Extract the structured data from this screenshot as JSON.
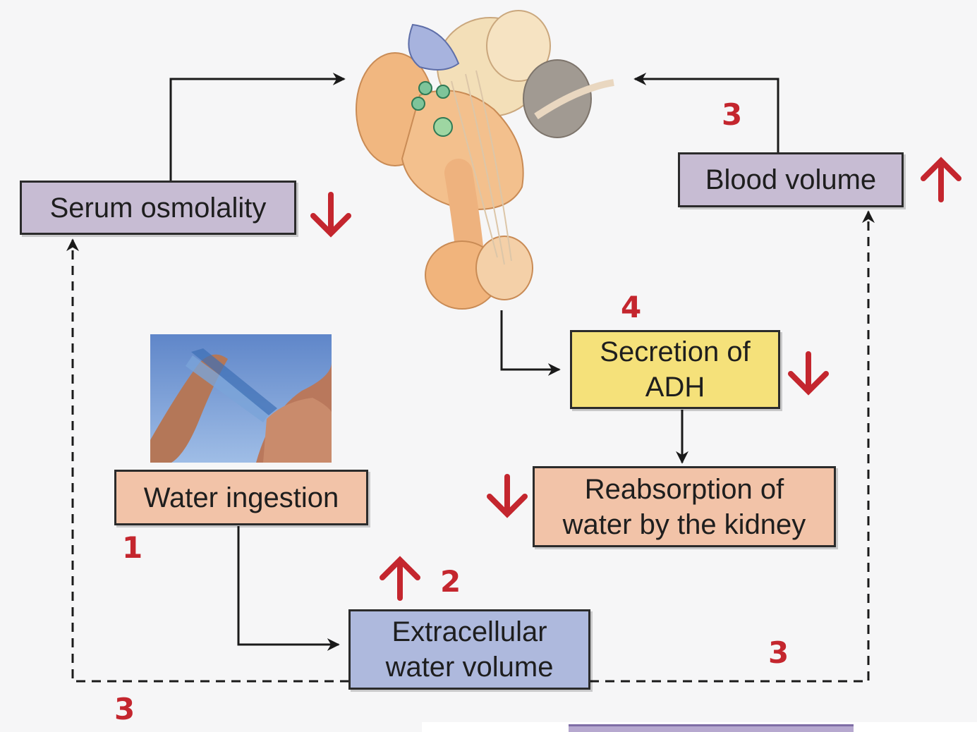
{
  "colors": {
    "background": "#f6f6f7",
    "lavender_box": "#c7bcd3",
    "peach_box": "#f2c3a8",
    "yellow_box": "#f5e17a",
    "blue_box": "#aeb9dd",
    "red_arrow": "#c4262e",
    "line": "#1a1a1a"
  },
  "boxes": {
    "serum_osmolality": "Serum osmolality",
    "blood_volume": "Blood volume",
    "secretion_adh": "Secretion of\nADH",
    "reabsorption": "Reabsorption of\nwater by the kidney",
    "water_ingestion": "Water ingestion",
    "extracellular": "Extracellular\nwater volume"
  },
  "step_numbers": {
    "water_ingestion": "1",
    "extracellular": "2",
    "blood_volume_top": "3",
    "feedback_right": "3",
    "feedback_left": "3",
    "adh": "4"
  },
  "change_indicators": {
    "serum_osmolality": "down",
    "blood_volume": "up",
    "secretion_adh": "down",
    "reabsorption": "down",
    "extracellular": "up"
  },
  "icons": {
    "brain": "hypothalamus-pituitary-illustration",
    "photo": "person-drinking-water-photo"
  }
}
